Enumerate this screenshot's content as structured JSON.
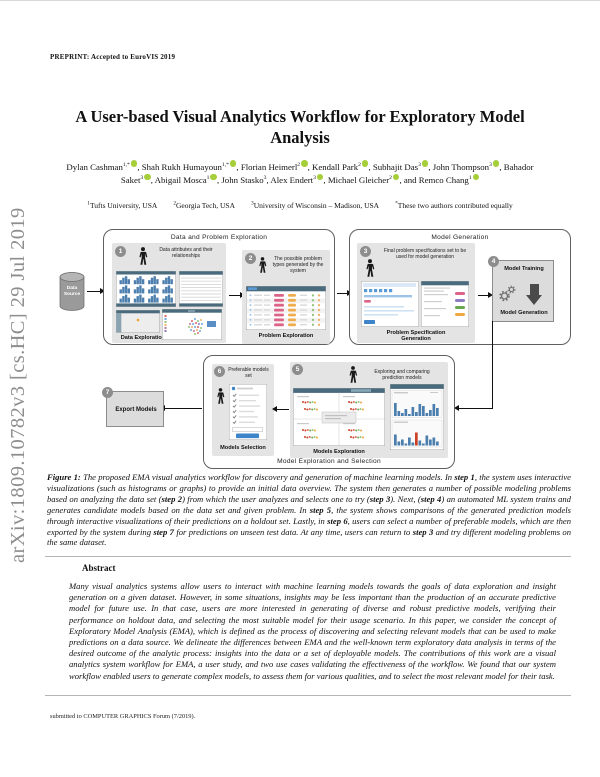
{
  "page": {
    "preprint_note": "PREPRINT: Accepted to EuroVIS 2019",
    "arxiv_watermark": "arXiv:1809.10782v3  [cs.HC]  29 Jul 2019",
    "footer": "submitted to COMPUTER GRAPHICS Forum (7/2019)."
  },
  "paper": {
    "title": "A User-based Visual Analytics Workflow for Exploratory Model Analysis"
  },
  "authors": [
    {
      "name": "Dylan Cashman",
      "sup": "1,*",
      "orcid": true
    },
    {
      "name": "Shah Rukh Humayoun",
      "sup": "1,*",
      "orcid": true
    },
    {
      "name": "Florian Heimerl",
      "sup": "2",
      "orcid": true
    },
    {
      "name": "Kendall Park",
      "sup": "2",
      "orcid": true
    },
    {
      "name": "Subhajit Das",
      "sup": "3",
      "orcid": true
    },
    {
      "name": "John Thompson",
      "sup": "3",
      "orcid": true
    },
    {
      "name": "Bahador Saket",
      "sup": "3",
      "orcid": true
    },
    {
      "name": "Abigail Mosca",
      "sup": "1",
      "orcid": true
    },
    {
      "name": "John Stasko",
      "sup": "3",
      "orcid": false
    },
    {
      "name": "Alex Endert",
      "sup": "3",
      "orcid": true
    },
    {
      "name": "Michael Gleicher",
      "sup": "2",
      "orcid": true
    },
    {
      "name": "Remco Chang",
      "sup": "1",
      "orcid": true,
      "prefix": "and "
    }
  ],
  "affiliations": [
    {
      "sup": "1",
      "text": "Tufts University, USA"
    },
    {
      "sup": "2",
      "text": "Georgia Tech, USA"
    },
    {
      "sup": "3",
      "text": "University of Wisconsin – Madison, USA"
    },
    {
      "sup": "*",
      "text": "These two authors contributed equally"
    }
  ],
  "figure": {
    "data_source": "Data Source",
    "groups": {
      "dpe": "Data and Problem Exploration",
      "mg": "Model Generation",
      "mes": "Model Exploration and Selection"
    },
    "steps": {
      "s1": {
        "num": "1",
        "note": "Data attributes and their relationships",
        "label": "Data Exploration"
      },
      "s2": {
        "num": "2",
        "note": "The possible problem types generated by the system",
        "label": "Problem Exploration"
      },
      "s3": {
        "num": "3",
        "note": "Final problem specifications set to be used for model generation",
        "label": "Problem Specification Generation"
      },
      "s4": {
        "num": "4",
        "label_top": "Model Training",
        "label_bottom": "Model Generation"
      },
      "s5": {
        "num": "5",
        "note": "Exploring and comparing prediction models",
        "label": "Models Exploration"
      },
      "s6": {
        "num": "6",
        "note": "Preferable models set",
        "label": "Models Selection"
      },
      "s7": {
        "num": "7",
        "label": "Export Models"
      }
    },
    "caption": [
      {
        "t": "Figure 1: ",
        "b": true
      },
      {
        "t": "The proposed EMA visual analytics workflow for discovery and generation of machine learning models. In ",
        "b": false
      },
      {
        "t": "step 1",
        "b": true
      },
      {
        "t": ", the system uses interactive visualizations (such as histograms or graphs) to provide an initial data overview. The system then generates a number of possible modeling problems based on analyzing the data set (",
        "b": false
      },
      {
        "t": "step 2",
        "b": true
      },
      {
        "t": ") from which the user analyzes and selects one to try (",
        "b": false
      },
      {
        "t": "step 3",
        "b": true
      },
      {
        "t": "). Next, (",
        "b": false
      },
      {
        "t": "step 4",
        "b": true
      },
      {
        "t": ") an automated ML system trains and generates candidate models based on the data set and given problem. In ",
        "b": false
      },
      {
        "t": "step 5",
        "b": true
      },
      {
        "t": ", the system shows comparisons of the generated prediction models through interactive visualizations of their predictions on a holdout set. Lastly, in ",
        "b": false
      },
      {
        "t": "step 6",
        "b": true
      },
      {
        "t": ", users can select a number of preferable models, which are then exported by the system during ",
        "b": false
      },
      {
        "t": "step 7",
        "b": true
      },
      {
        "t": " for predictions on unseen test data. At any time, users can return to ",
        "b": false
      },
      {
        "t": "step 3",
        "b": true
      },
      {
        "t": " and try different modeling problems on the same dataset.",
        "b": false
      }
    ]
  },
  "abstract": {
    "heading": "Abstract",
    "text": "Many visual analytics systems allow users to interact with machine learning models towards the goals of data exploration and insight generation on a given dataset. However, in some situations, insights may be less important than the production of an accurate predictive model for future use. In that case, users are more interested in generating of diverse and robust predictive models, verifying their performance on holdout data, and selecting the most suitable model for their usage scenario. In this paper, we consider the concept of Exploratory Model Analysis (EMA), which is defined as the process of discovering and selecting relevant models that can be used to make predictions on a data source. We delineate the differences between EMA and the well-known term exploratory data analysis in terms of the desired outcome of the analytic process: insights into the data or a set of deployable models. The contributions of this work are a visual analytics system workflow for EMA, a user study, and two use cases validating the effectiveness of the workflow. We found that our system workflow enabled users to generate complex models, to assess them for various qualities, and to select the most relevant model for their task."
  },
  "colors": {
    "orcid_green": "#a6ce39",
    "watermark_gray": "#8e8e8e",
    "screenshot_header": "#4a6b7d",
    "histogram_blue": "#4c7fae",
    "highlight_red": "#cc4125",
    "pill_pink": "#dd6488",
    "pill_orange": "#f0ad4e"
  }
}
